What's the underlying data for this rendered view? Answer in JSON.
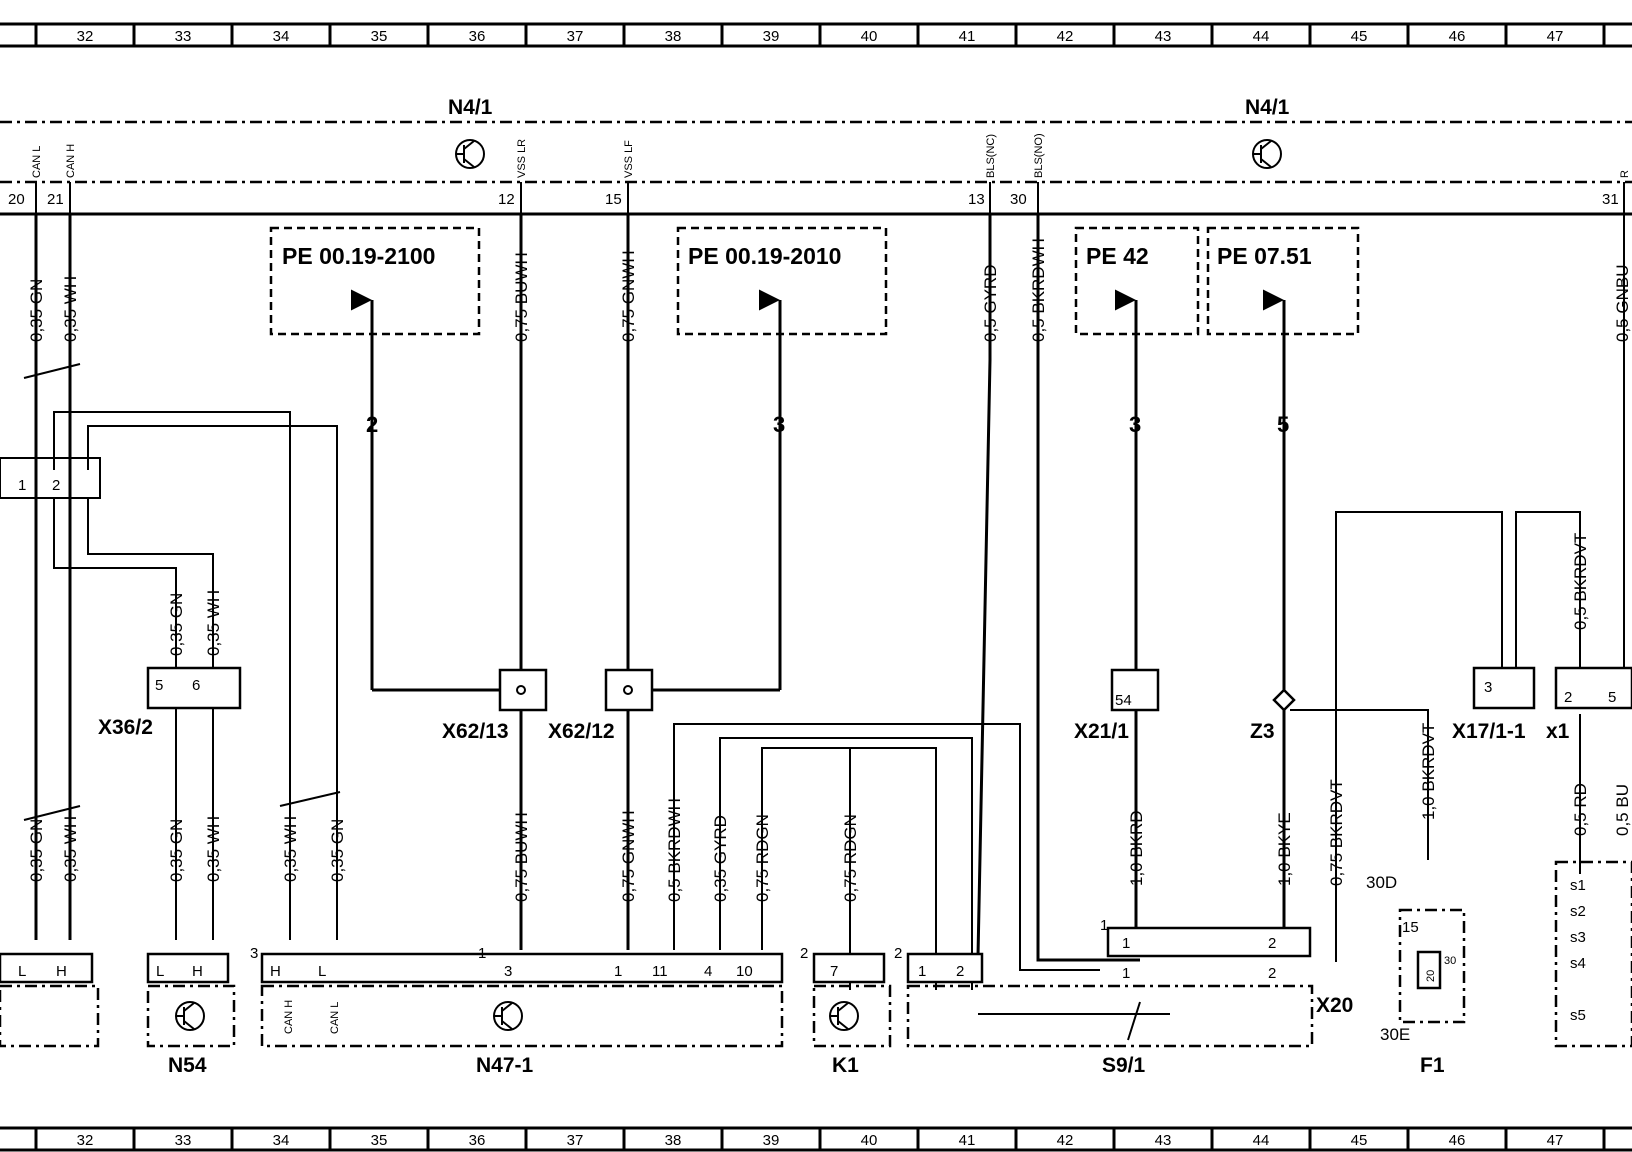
{
  "ruler": [
    "32",
    "33",
    "34",
    "35",
    "36",
    "37",
    "38",
    "39",
    "40",
    "41",
    "42",
    "43",
    "44",
    "45",
    "46",
    "47"
  ],
  "modules": {
    "n4_1_left": "N4/1",
    "n4_1_right": "N4/1"
  },
  "n4_pins": [
    {
      "pin": "20",
      "signal": "CAN L"
    },
    {
      "pin": "21",
      "signal": "CAN H"
    },
    {
      "pin": "12",
      "signal": "VSS LR"
    },
    {
      "pin": "15",
      "signal": "VSS LF"
    },
    {
      "pin": "13",
      "signal": "BLS(NC)"
    },
    {
      "pin": "30",
      "signal": "BLS(NO)"
    },
    {
      "pin": "31",
      "signal": "R"
    }
  ],
  "refs": [
    {
      "code": "PE  00.19-2100",
      "arrow_num": "2"
    },
    {
      "code": "PE  00.19-2010",
      "arrow_num": "3"
    },
    {
      "code": "PE  42",
      "arrow_num": "3"
    },
    {
      "code": "PE  07.51",
      "arrow_num": "5"
    }
  ],
  "wires": {
    "can_l_top": "0,35  GN",
    "can_h_top": "0,35  WH",
    "vss_lr": "0,75  BUWH",
    "vss_lf": "0,75  GNWH",
    "bls_nc": "0,5  GYRD",
    "bls_no": "0,5  BKRDWH",
    "r_top": "0,5  GNBU",
    "x36_gn": "0,35  GN",
    "x36_wh": "0,35  WH",
    "x17_bkrdvt": "0,5  BKRDVT",
    "bot_gn1": "0,35  GN",
    "bot_wh1": "0,35  WH",
    "bot_gn2": "0,35  GN",
    "bot_wh2": "0,35  WH",
    "bot_wh3": "0,35  WH",
    "bot_gn3": "0,35  GN",
    "bot_buwh": "0,75  BUWH",
    "bot_gnwh": "0,75  GNWH",
    "bot_bkrdwh": "0,5  BKRDWH",
    "bot_gyrd": "0,35  GYRD",
    "bot_rdgn1": "0,75  RDGN",
    "bot_rdgn2": "0,75  RDGN",
    "bot_bkrd": "1,0  BKRD",
    "bot_bkye": "1,0  BKYE",
    "bot_bkrdvt": "0,75  BKRDVT",
    "f1_bkrdvt": "1,0  BKRDVT",
    "x1_rd": "0,5  RD",
    "x1_bu": "0,5  BU"
  },
  "connectors": {
    "x36_2": "X36/2",
    "x62_13": "X62/13",
    "x62_12": "X62/12",
    "x21_1": "X21/1",
    "z3": "Z3",
    "x17_1_1": "X17/1-1",
    "x1": "x1",
    "x20": "X20"
  },
  "components": {
    "n54": "N54",
    "n47_1": "N47-1",
    "k1": "K1",
    "s9_1": "S9/1",
    "f1": "F1"
  },
  "pins": {
    "c1": "1",
    "c2": "2",
    "x36_5": "5",
    "x36_6": "6",
    "x21_54": "54",
    "x17_3": "3",
    "x1_2": "2",
    "x1_5": "5",
    "n47_3": "3",
    "n47_1": "1",
    "n47_11": "11",
    "n47_4": "4",
    "n47_10": "10",
    "n47_side": "1",
    "left_side": "3",
    "k1_7": "7",
    "k1_side": "2",
    "s9_side": "2",
    "s9_1": "1",
    "s9_2": "2",
    "s9_r1": "1",
    "s9_r2": "2",
    "s9_top1": "1",
    "s9_top2": "2",
    "s9_topside": "1",
    "f1_15": "15",
    "f1_20": "20",
    "f1_30d_small": "30",
    "f1_30d": "30D",
    "f1_30e": "30E",
    "L1": "L",
    "H1": "H",
    "L2": "L",
    "H2": "H",
    "H3": "H",
    "L3": "L",
    "can_h_int": "CAN H",
    "can_l_int": "CAN L",
    "s1": "s1",
    "s2": "s2",
    "s3": "s3",
    "s4": "s4",
    "s5": "s5"
  }
}
